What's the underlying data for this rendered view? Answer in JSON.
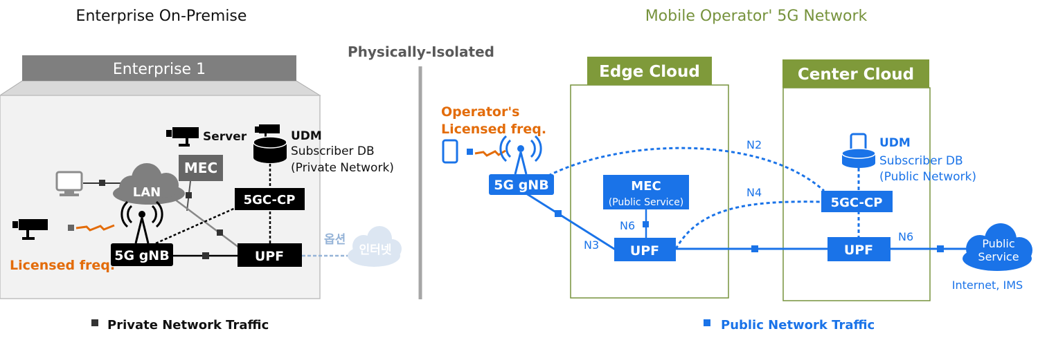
{
  "titles": {
    "left": "Enterprise On-Premise",
    "right": "Mobile Operator' 5G Network",
    "middle": "Physically-Isolated"
  },
  "enterprise": {
    "label": "Enterprise 1",
    "server": "Server",
    "mec": "MEC",
    "lan": "LAN",
    "udm": "UDM",
    "subscriber_db": "Subscriber DB",
    "private_network": "(Private Network)",
    "cp": "5GC-CP",
    "gnb": "5G gNB",
    "upf": "UPF",
    "licensed": "Licensed freq.",
    "option": "옵션",
    "internet": "인터넷"
  },
  "operator": {
    "edge_cloud": "Edge Cloud",
    "center_cloud": "Center Cloud",
    "licensed_1": "Operator's",
    "licensed_2": "Licensed freq.",
    "gnb": "5G gNB",
    "mec": "MEC",
    "mec_sub": "(Public Service)",
    "edge_upf": "UPF",
    "center_upf": "UPF",
    "cp": "5GC-CP",
    "udm": "UDM",
    "subscriber_db": "Subscriber DB",
    "public_network": "(Public Network)",
    "n2": "N2",
    "n3": "N3",
    "n4": "N4",
    "n6_edge": "N6",
    "n6_center": "N6",
    "public_service_1": "Public",
    "public_service_2": "Service",
    "internet_ims": "Internet, IMS"
  },
  "legend": {
    "private": "Private Network Traffic",
    "public": "Public Network Traffic"
  },
  "colors": {
    "blue": "#1a73e8",
    "green_title": "#76923c",
    "green_box": "#7f9a3a",
    "orange": "#e36c0a",
    "gray_box": "#7f7f7f"
  }
}
